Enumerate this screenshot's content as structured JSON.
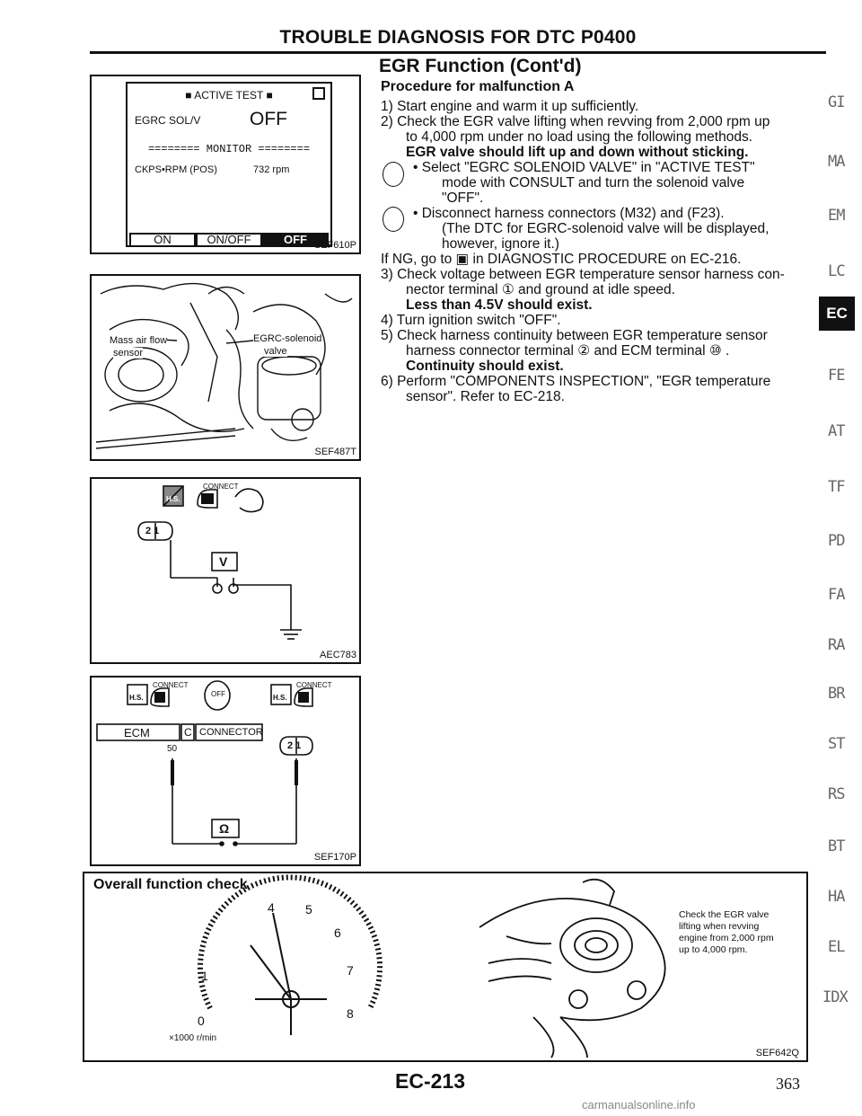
{
  "header": {
    "title": "TROUBLE DIAGNOSIS FOR DTC P0400"
  },
  "section": {
    "title": "EGR Function (Cont'd)",
    "procedure_title": "Procedure for malfunction A"
  },
  "consult": {
    "title": "■ ACTIVE TEST ■",
    "item_label": "EGRC SOL/V",
    "item_value": "OFF",
    "monitor": "======== MONITOR ========",
    "ckps_label": "CKPS•RPM (POS)",
    "ckps_value": "732 rpm",
    "btn_on": "ON",
    "btn_onoff": "ON/OFF",
    "btn_off": "OFF",
    "code": "SEF610P"
  },
  "engine_fig": {
    "label_maf_1": "Mass air flow",
    "label_maf_2": "sensor",
    "label_egrc_1": "EGRC-solenoid",
    "label_egrc_2": "valve",
    "code": "SEF487T"
  },
  "voltage_fig": {
    "connect": "CONNECT",
    "hs": "H.S.",
    "terminals": "2 1",
    "meter": "V",
    "code": "AEC783"
  },
  "continuity_fig": {
    "connect_a": "CONNECT",
    "connect_b": "CONNECT",
    "hs_a": "H.S.",
    "hs_b": "H.S.",
    "off": "OFF",
    "ecm": "ECM",
    "c": "C",
    "connector": "CONNECTOR",
    "terminal_50": "50",
    "terminals": "2 1",
    "meter": "Ω",
    "code": "SEF170P"
  },
  "steps": {
    "s1": "1)  Start engine and warm it up sufficiently.",
    "s2a": "2)  Check the EGR valve lifting when revving from 2,000 rpm up",
    "s2b": "to 4,000 rpm under no load using the following methods.",
    "s2c": "EGR valve should lift up and down without sticking.",
    "s2d1": "•    Select \"EGRC SOLENOID VALVE\" in \"ACTIVE TEST\"",
    "s2d2": "mode with CONSULT and turn the solenoid valve",
    "s2d3": "\"OFF\".",
    "s2e1": "•    Disconnect harness connectors (M32) and (F23).",
    "s2e2": "(The DTC for EGRC-solenoid valve will be displayed,",
    "s2e3": "however, ignore it.)",
    "ng": "If NG, go to ▣ in DIAGNOSTIC PROCEDURE on EC-216.",
    "s3a": "3)  Check voltage between EGR temperature sensor harness con-",
    "s3b": "nector terminal ① and ground at idle speed.",
    "s3c": "Less than 4.5V should exist.",
    "s4": "4)  Turn ignition switch \"OFF\".",
    "s5a": "5)  Check harness continuity between EGR temperature sensor",
    "s5b": "harness connector terminal ② and ECM terminal ⑩ .",
    "s5c": "Continuity should exist.",
    "s6a": "6)  Perform \"COMPONENTS INSPECTION\", \"EGR temperature",
    "s6b": "sensor\". Refer to EC-218."
  },
  "overall": {
    "title": "Overall function check",
    "tach_unit": "×1000 r/min",
    "tach_nums": [
      "0",
      "1",
      "4",
      "5",
      "6",
      "7",
      "8"
    ],
    "note1": "Check the EGR valve",
    "note2": "lifting when revving",
    "note3": "engine from 2,000 rpm",
    "note4": "up to 4,000 rpm.",
    "code": "SEF642Q"
  },
  "side_tabs": [
    "GI",
    "MA",
    "EM",
    "LC",
    "EC",
    "FE",
    "AT",
    "TF",
    "PD",
    "FA",
    "RA",
    "BR",
    "ST",
    "RS",
    "BT",
    "HA",
    "EL",
    "IDX"
  ],
  "footer": {
    "code": "EC-213",
    "page": "363"
  },
  "watermark": "carmanualsonline.info"
}
